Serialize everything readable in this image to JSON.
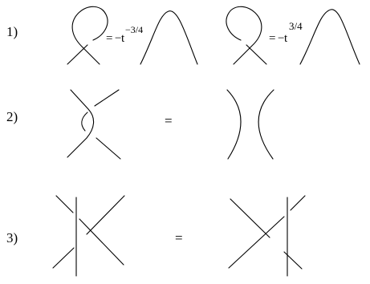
{
  "relations": [
    {
      "label": "1)",
      "equals": "=",
      "minus": "−",
      "variable": "t",
      "exponent_a": "−3/4",
      "exponent_b": "3/4"
    },
    {
      "label": "2)",
      "equals": "="
    },
    {
      "label": "3)",
      "equals": "="
    }
  ],
  "colors": {
    "ink": "#000000",
    "background": "#ffffff"
  }
}
